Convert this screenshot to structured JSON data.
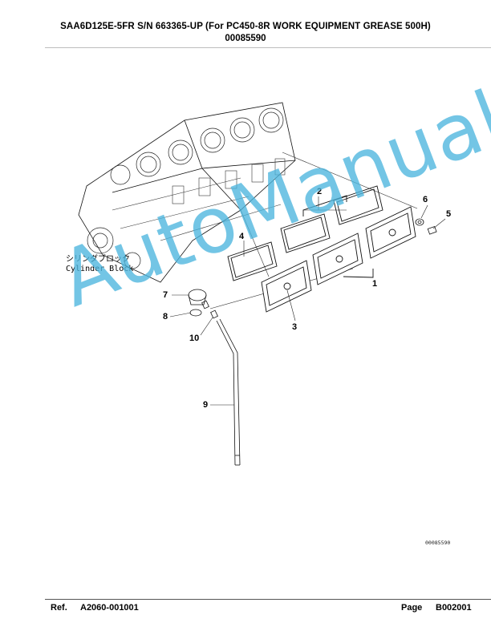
{
  "header": {
    "title": "SAA6D125E-5FR S/N 663365-UP (For PC450-8R WORK EQUIPMENT GREASE 500H)",
    "part_code": "00085590"
  },
  "diagram": {
    "label_jp": "シリンダブロック",
    "label_en": "Cylinder Block",
    "small_ref": "00085590",
    "callouts": [
      "1",
      "2",
      "3",
      "4",
      "5",
      "6",
      "7",
      "8",
      "9",
      "10"
    ]
  },
  "watermark": "AutoManual",
  "footer": {
    "ref_label": "Ref.",
    "ref_value": "A2060-001001",
    "page_label": "Page",
    "page_value": "B002001"
  }
}
